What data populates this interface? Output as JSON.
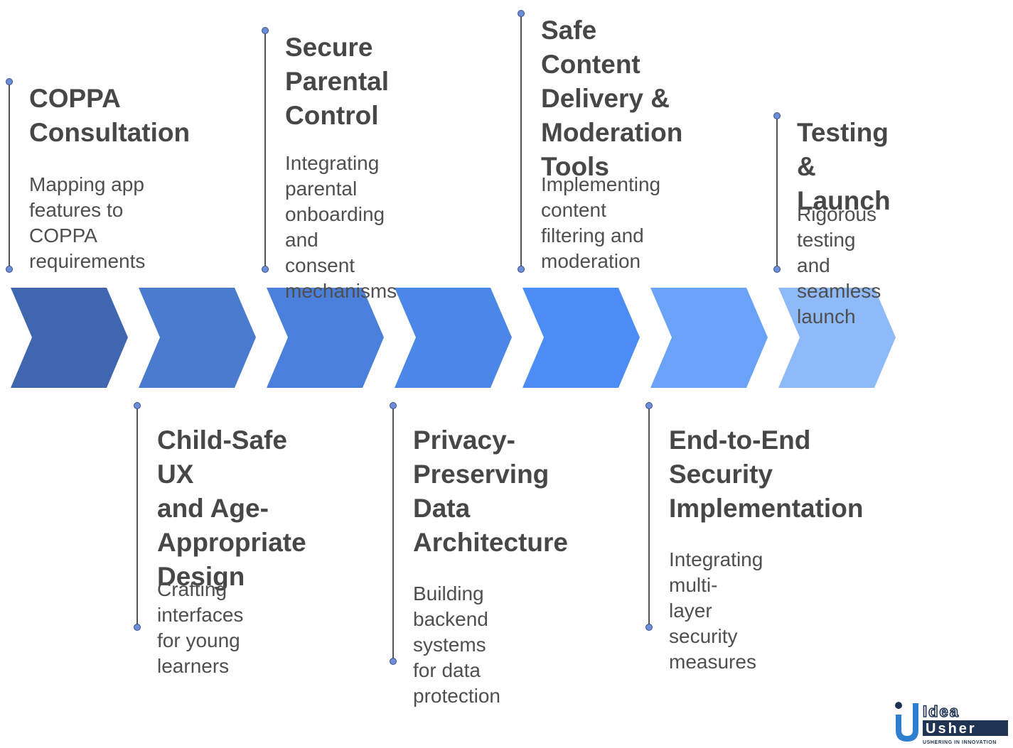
{
  "steps": [
    {
      "title": "COPPA Consultation",
      "title_lines": [
        "COPPA",
        "Consultation"
      ],
      "desc_lines": [
        "Mapping app",
        "features to COPPA",
        "requirements"
      ],
      "color": "#3f66ae",
      "position": "top"
    },
    {
      "title": "Child-Safe UX and Age-Appropriate Design",
      "title_lines": [
        "Child-Safe UX",
        "and Age-",
        "Appropriate",
        "Design"
      ],
      "desc_lines": [
        "Crafting interfaces",
        "for young learners"
      ],
      "color": "#4a7bcf",
      "position": "bottom"
    },
    {
      "title": "Secure Parental Control",
      "title_lines": [
        "Secure",
        "Parental",
        "Control"
      ],
      "desc_lines": [
        "Integrating parental",
        "onboarding and",
        "consent",
        "mechanisms"
      ],
      "color": "#4a80db",
      "position": "top"
    },
    {
      "title": "Privacy-Preserving Data Architecture",
      "title_lines": [
        "Privacy-",
        "Preserving",
        "Data",
        "Architecture"
      ],
      "desc_lines": [
        "Building backend",
        "systems for data",
        "protection"
      ],
      "color": "#4b87e6",
      "position": "bottom"
    },
    {
      "title": "Safe Content Delivery & Moderation Tools",
      "title_lines": [
        "Safe Content",
        "Delivery &",
        "Moderation",
        "Tools"
      ],
      "desc_lines": [
        "Implementing",
        "content filtering and",
        "moderation"
      ],
      "color": "#4b8df5",
      "position": "top"
    },
    {
      "title": "End-to-End Security Implementation",
      "title_lines": [
        "End-to-End",
        "Security",
        "Implementation"
      ],
      "desc_lines": [
        "Integrating multi-",
        "layer security",
        "measures"
      ],
      "color": "#6aa2f8",
      "position": "bottom"
    },
    {
      "title": "Testing & Launch",
      "title_lines": [
        "Testing &",
        "Launch"
      ],
      "desc_lines": [
        "Rigorous testing and",
        "seamless launch"
      ],
      "color": "#8fbaf9",
      "position": "top"
    }
  ],
  "logo": {
    "brand_top": "Idea",
    "brand_bottom": "Usher",
    "tagline": "USHERING IN INNOVATION",
    "colors": {
      "navy": "#1f3352",
      "blue": "#2f7fd1"
    }
  }
}
